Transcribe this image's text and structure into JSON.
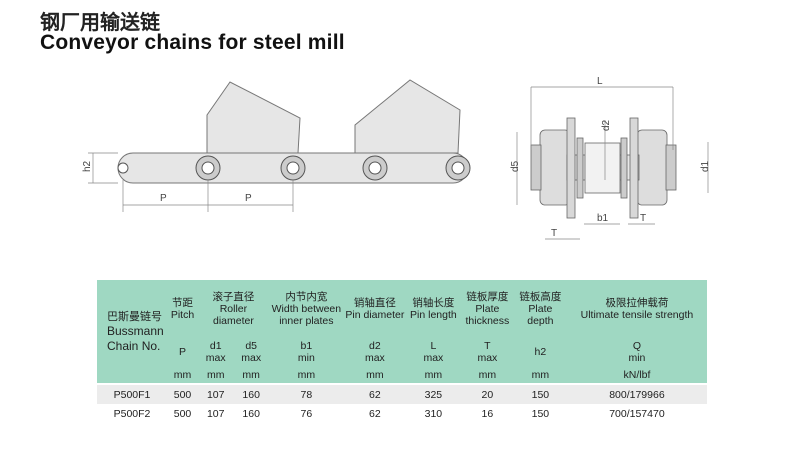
{
  "title": {
    "cn": "钢厂用输送链",
    "en": "Conveyor chains for steel mill"
  },
  "drawing_labels": {
    "side": {
      "h2": "h2",
      "p1": "P",
      "p2": "P"
    },
    "cross": {
      "L": "L",
      "d2": "d2",
      "d5": "d5",
      "d1": "d1",
      "b1": "b1",
      "T1": "T",
      "T2": "T"
    }
  },
  "table": {
    "first_header": {
      "cn": "巴斯曼链号",
      "en1": "Bussmann",
      "en2": "Chain No."
    },
    "columns": [
      {
        "cn": "节距",
        "en": "Pitch",
        "sym": "P",
        "lim": "",
        "unit": "mm"
      },
      {
        "cn": "滚子直径",
        "en": "Roller diameter",
        "sym": "d1",
        "lim": "max",
        "unit": "mm",
        "sym2": "d5",
        "lim2": "max",
        "unit2": "mm"
      },
      {
        "cn": "内节内宽",
        "en": "Width between inner plates",
        "sym": "b1",
        "lim": "min",
        "unit": "mm"
      },
      {
        "cn": "销轴直径",
        "en": "Pin diameter",
        "sym": "d2",
        "lim": "max",
        "unit": "mm"
      },
      {
        "cn": "销轴长度",
        "en": "Pin length",
        "sym": "L",
        "lim": "max",
        "unit": "mm"
      },
      {
        "cn": "链板厚度",
        "en": "Plate thickness",
        "sym": "T",
        "lim": "max",
        "unit": "mm"
      },
      {
        "cn": "链板高度",
        "en": "Plate depth",
        "sym": "h2",
        "lim": "",
        "unit": "mm"
      },
      {
        "cn": "极限拉伸载荷",
        "en": "Ultimate tensile strength",
        "sym": "Q",
        "lim": "min",
        "unit": "kN/lbf"
      }
    ],
    "rows": [
      [
        "P500F1",
        "500",
        "107",
        "160",
        "78",
        "62",
        "325",
        "20",
        "150",
        "800/179966"
      ],
      [
        "P500F2",
        "500",
        "107",
        "160",
        "76",
        "62",
        "310",
        "16",
        "150",
        "700/157470"
      ]
    ]
  }
}
